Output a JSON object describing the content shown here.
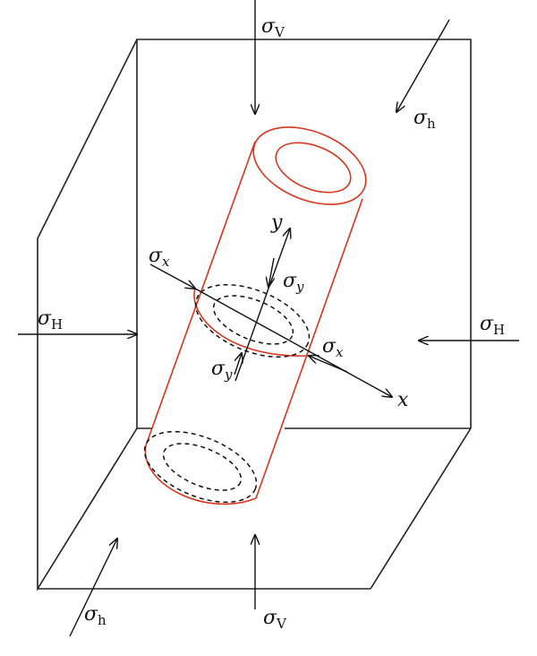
{
  "labels": {
    "sigma_v_top": {
      "symbol": "σ",
      "sub": "V"
    },
    "sigma_v_bottom": {
      "symbol": "σ",
      "sub": "V"
    },
    "sigma_h_top": {
      "symbol": "σ",
      "sub": "h"
    },
    "sigma_h_bottom": {
      "symbol": "σ",
      "sub": "h"
    },
    "sigma_H_left": {
      "symbol": "σ",
      "sub": "H"
    },
    "sigma_H_right": {
      "symbol": "σ",
      "sub": "H"
    },
    "sigma_x_left": {
      "symbol": "σ",
      "sub": "x"
    },
    "sigma_x_right": {
      "symbol": "σ",
      "sub": "x"
    },
    "sigma_y_top": {
      "symbol": "σ",
      "sub": "y"
    },
    "sigma_y_bottom": {
      "symbol": "σ",
      "sub": "y"
    }
  },
  "axes": {
    "x": "x",
    "y": "y"
  },
  "colors": {
    "pipe": "#d9341c",
    "lines": "#222222"
  }
}
